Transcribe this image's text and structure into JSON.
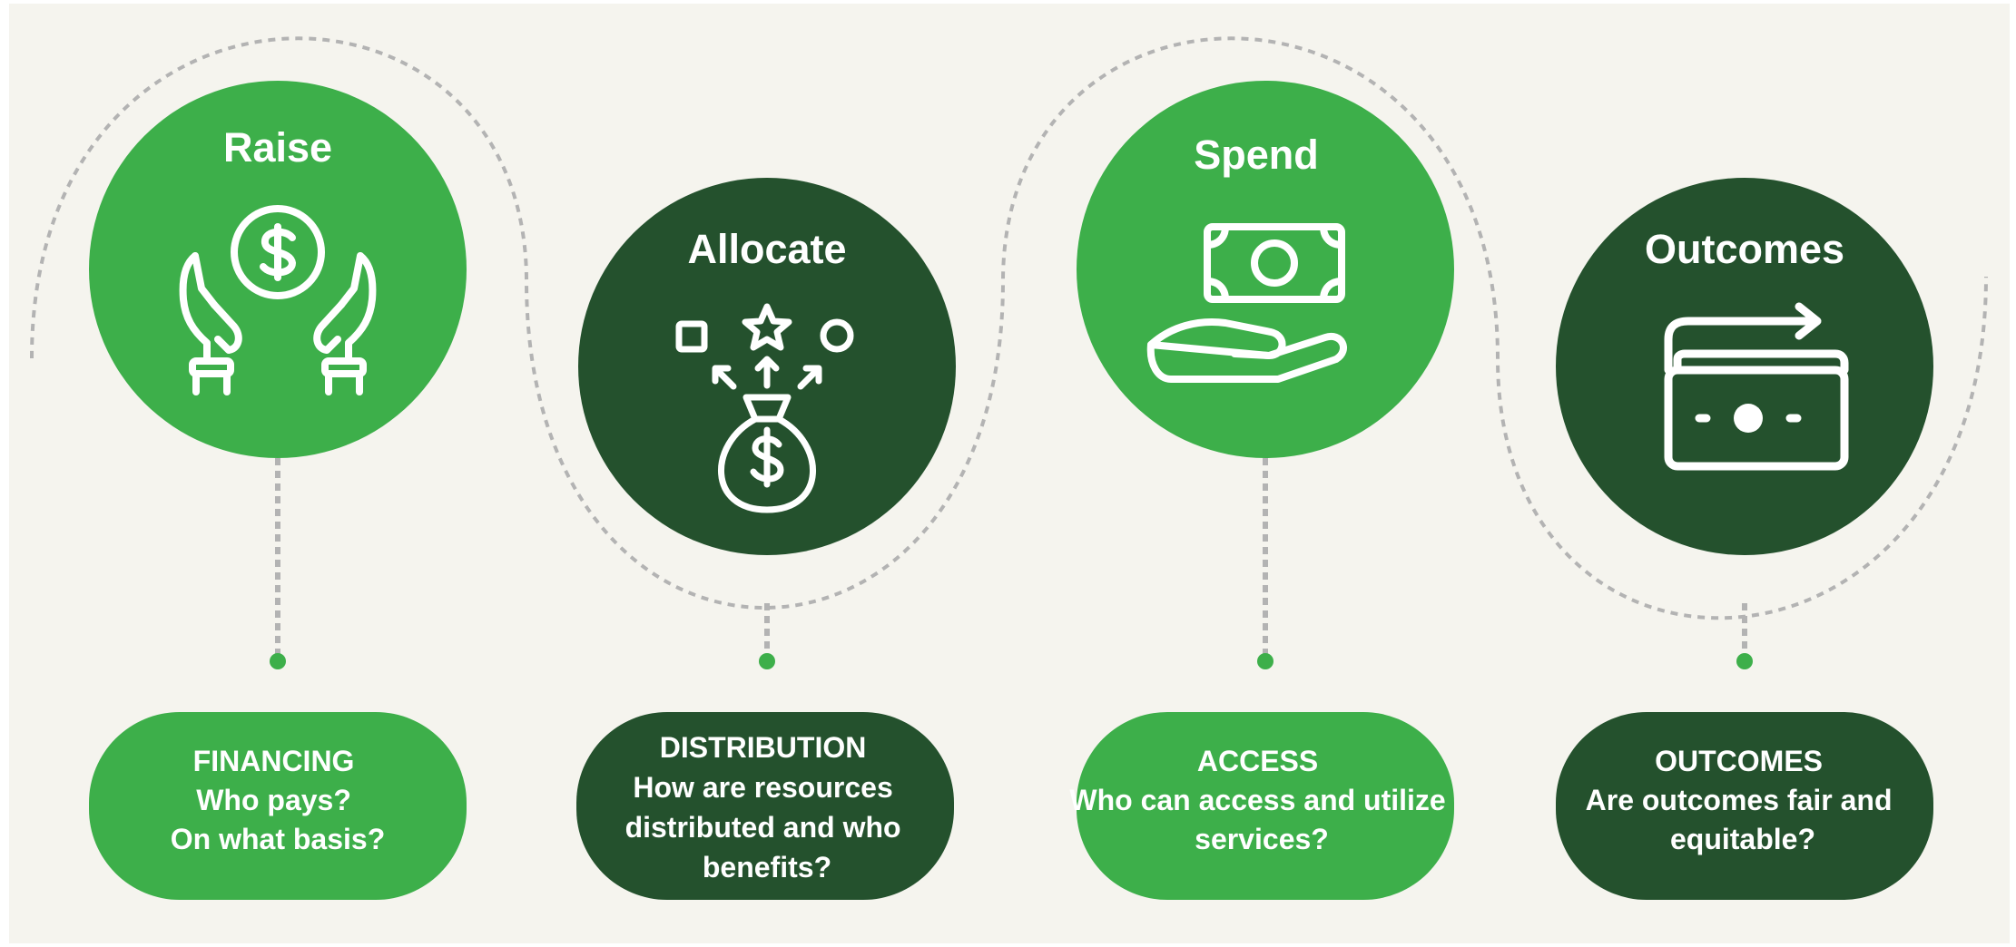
{
  "colors": {
    "background": "#f5f4ee",
    "light_green": "#3daf4a",
    "dark_green": "#24512d",
    "connector_gray": "#b3b3b3",
    "icon_white": "#ffffff"
  },
  "stages": [
    {
      "id": "raise",
      "title": "Raise",
      "icon": "hands-holding-coin-icon",
      "theme": "light",
      "box": {
        "heading": "FINANCING",
        "lines": [
          "Who pays?",
          "On what basis?"
        ]
      }
    },
    {
      "id": "allocate",
      "title": "Allocate",
      "icon": "money-bag-distribution-icon",
      "theme": "dark",
      "box": {
        "heading": "DISTRIBUTION",
        "lines": [
          "How are resources",
          "distributed and who",
          "benefits?"
        ]
      }
    },
    {
      "id": "spend",
      "title": "Spend",
      "icon": "hand-with-banknote-icon",
      "theme": "light",
      "box": {
        "heading": "ACCESS",
        "lines": [
          "Who can access and utilize",
          "services?"
        ]
      }
    },
    {
      "id": "outcomes",
      "title": "Outcomes",
      "icon": "banknote-return-arrow-icon",
      "theme": "dark",
      "box": {
        "heading": "OUTCOMES",
        "lines": [
          "Are outcomes fair and",
          "equitable?"
        ]
      }
    }
  ]
}
